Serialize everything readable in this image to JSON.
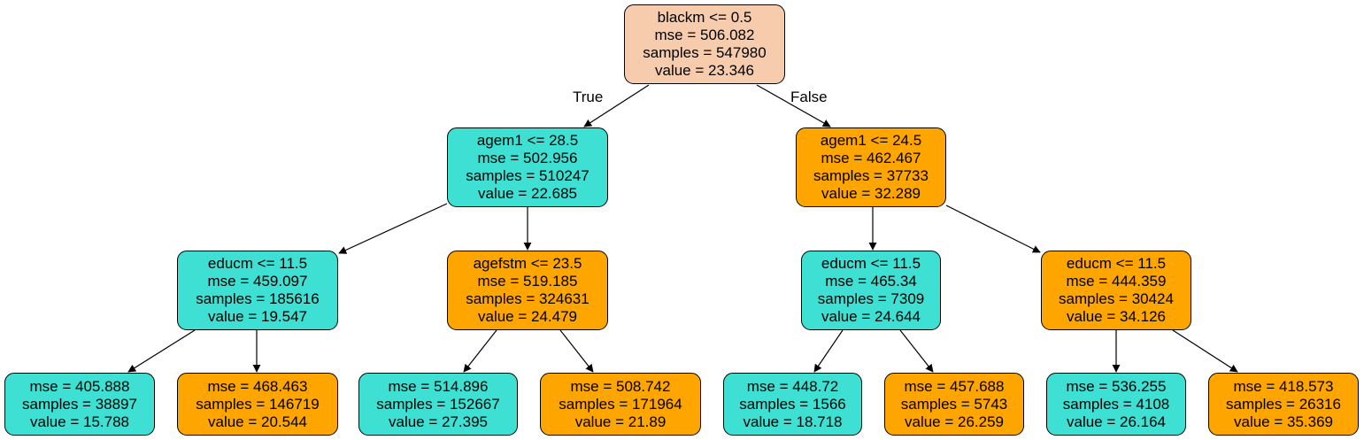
{
  "edge_labels": {
    "true": "True",
    "false": "False"
  },
  "colors": {
    "root": "#f6ccad",
    "teal": "#3de0d2",
    "orange": "#ffa500"
  },
  "nodes": [
    {
      "id": "n0",
      "color": "peach",
      "lines": [
        "blackm <= 0.5",
        "mse = 506.082",
        "samples = 547980",
        "value = 23.346"
      ]
    },
    {
      "id": "n1",
      "color": "teal",
      "lines": [
        "agem1 <= 28.5",
        "mse = 502.956",
        "samples = 510247",
        "value = 22.685"
      ]
    },
    {
      "id": "n2",
      "color": "orange",
      "lines": [
        "agem1 <= 24.5",
        "mse = 462.467",
        "samples = 37733",
        "value = 32.289"
      ]
    },
    {
      "id": "n3",
      "color": "teal",
      "lines": [
        "educm <= 11.5",
        "mse = 459.097",
        "samples = 185616",
        "value = 19.547"
      ]
    },
    {
      "id": "n4",
      "color": "orange",
      "lines": [
        "agefstm <= 23.5",
        "mse = 519.185",
        "samples = 324631",
        "value = 24.479"
      ]
    },
    {
      "id": "n5",
      "color": "teal",
      "lines": [
        "educm <= 11.5",
        "mse = 465.34",
        "samples = 7309",
        "value = 24.644"
      ]
    },
    {
      "id": "n6",
      "color": "orange",
      "lines": [
        "educm <= 11.5",
        "mse = 444.359",
        "samples = 30424",
        "value = 34.126"
      ]
    },
    {
      "id": "n7",
      "color": "teal",
      "lines": [
        "mse = 405.888",
        "samples = 38897",
        "value = 15.788"
      ]
    },
    {
      "id": "n8",
      "color": "orange",
      "lines": [
        "mse = 468.463",
        "samples = 146719",
        "value = 20.544"
      ]
    },
    {
      "id": "n9",
      "color": "teal",
      "lines": [
        "mse = 514.896",
        "samples = 152667",
        "value = 27.395"
      ]
    },
    {
      "id": "n10",
      "color": "orange",
      "lines": [
        "mse = 508.742",
        "samples = 171964",
        "value = 21.89"
      ]
    },
    {
      "id": "n11",
      "color": "teal",
      "lines": [
        "mse = 448.72",
        "samples = 1566",
        "value = 18.718"
      ]
    },
    {
      "id": "n12",
      "color": "orange",
      "lines": [
        "mse = 457.688",
        "samples = 5743",
        "value = 26.259"
      ]
    },
    {
      "id": "n13",
      "color": "teal",
      "lines": [
        "mse = 536.255",
        "samples = 4108",
        "value = 26.164"
      ]
    },
    {
      "id": "n14",
      "color": "orange",
      "lines": [
        "mse = 418.573",
        "samples = 26316",
        "value = 35.369"
      ]
    }
  ]
}
